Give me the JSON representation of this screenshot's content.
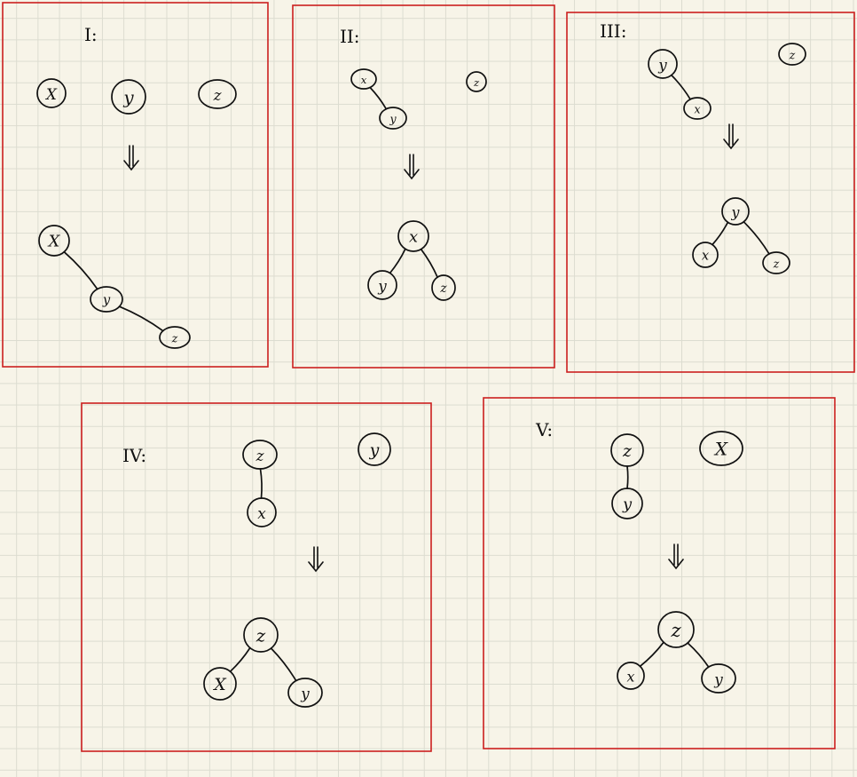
{
  "panels": [
    {
      "id": "I",
      "title": "I:",
      "before": {
        "nodes": [
          {
            "id": "x",
            "label": "X"
          },
          {
            "id": "y",
            "label": "y"
          },
          {
            "id": "z",
            "label": "z"
          }
        ],
        "edges": []
      },
      "after": {
        "nodes": [
          {
            "id": "x",
            "label": "X"
          },
          {
            "id": "y",
            "label": "y"
          },
          {
            "id": "z",
            "label": "z"
          }
        ],
        "edges": [
          [
            "x",
            "y"
          ],
          [
            "y",
            "z"
          ]
        ]
      }
    },
    {
      "id": "II",
      "title": "II:",
      "before": {
        "nodes": [
          {
            "id": "x",
            "label": "x"
          },
          {
            "id": "y",
            "label": "y"
          },
          {
            "id": "z",
            "label": "z"
          }
        ],
        "edges": [
          [
            "x",
            "y"
          ]
        ]
      },
      "after": {
        "nodes": [
          {
            "id": "x",
            "label": "x"
          },
          {
            "id": "y",
            "label": "y"
          },
          {
            "id": "z",
            "label": "z"
          }
        ],
        "edges": [
          [
            "x",
            "y"
          ],
          [
            "x",
            "z"
          ]
        ]
      }
    },
    {
      "id": "III",
      "title": "III:",
      "before": {
        "nodes": [
          {
            "id": "y",
            "label": "y"
          },
          {
            "id": "x",
            "label": "x"
          },
          {
            "id": "z",
            "label": "z"
          }
        ],
        "edges": [
          [
            "y",
            "x"
          ]
        ]
      },
      "after": {
        "nodes": [
          {
            "id": "y",
            "label": "y"
          },
          {
            "id": "x",
            "label": "x"
          },
          {
            "id": "z",
            "label": "z"
          }
        ],
        "edges": [
          [
            "y",
            "x"
          ],
          [
            "y",
            "z"
          ]
        ]
      }
    },
    {
      "id": "IV",
      "title": "IV:",
      "before": {
        "nodes": [
          {
            "id": "z",
            "label": "z"
          },
          {
            "id": "x",
            "label": "x"
          },
          {
            "id": "y",
            "label": "y"
          }
        ],
        "edges": [
          [
            "z",
            "x"
          ]
        ]
      },
      "after": {
        "nodes": [
          {
            "id": "z",
            "label": "z"
          },
          {
            "id": "x",
            "label": "X"
          },
          {
            "id": "y",
            "label": "y"
          }
        ],
        "edges": [
          [
            "z",
            "x"
          ],
          [
            "z",
            "y"
          ]
        ]
      }
    },
    {
      "id": "V",
      "title": "V:",
      "before": {
        "nodes": [
          {
            "id": "z",
            "label": "z"
          },
          {
            "id": "y",
            "label": "y"
          },
          {
            "id": "x",
            "label": "X"
          }
        ],
        "edges": [
          [
            "z",
            "y"
          ]
        ]
      },
      "after": {
        "nodes": [
          {
            "id": "z",
            "label": "z"
          },
          {
            "id": "x",
            "label": "x"
          },
          {
            "id": "y",
            "label": "y"
          }
        ],
        "edges": [
          [
            "z",
            "x"
          ],
          [
            "z",
            "y"
          ]
        ]
      }
    }
  ],
  "colors": {
    "frame": "#cc1f1f",
    "ink": "#111111",
    "paper": "#f7f4e8",
    "grid": "#dcdcd0"
  }
}
